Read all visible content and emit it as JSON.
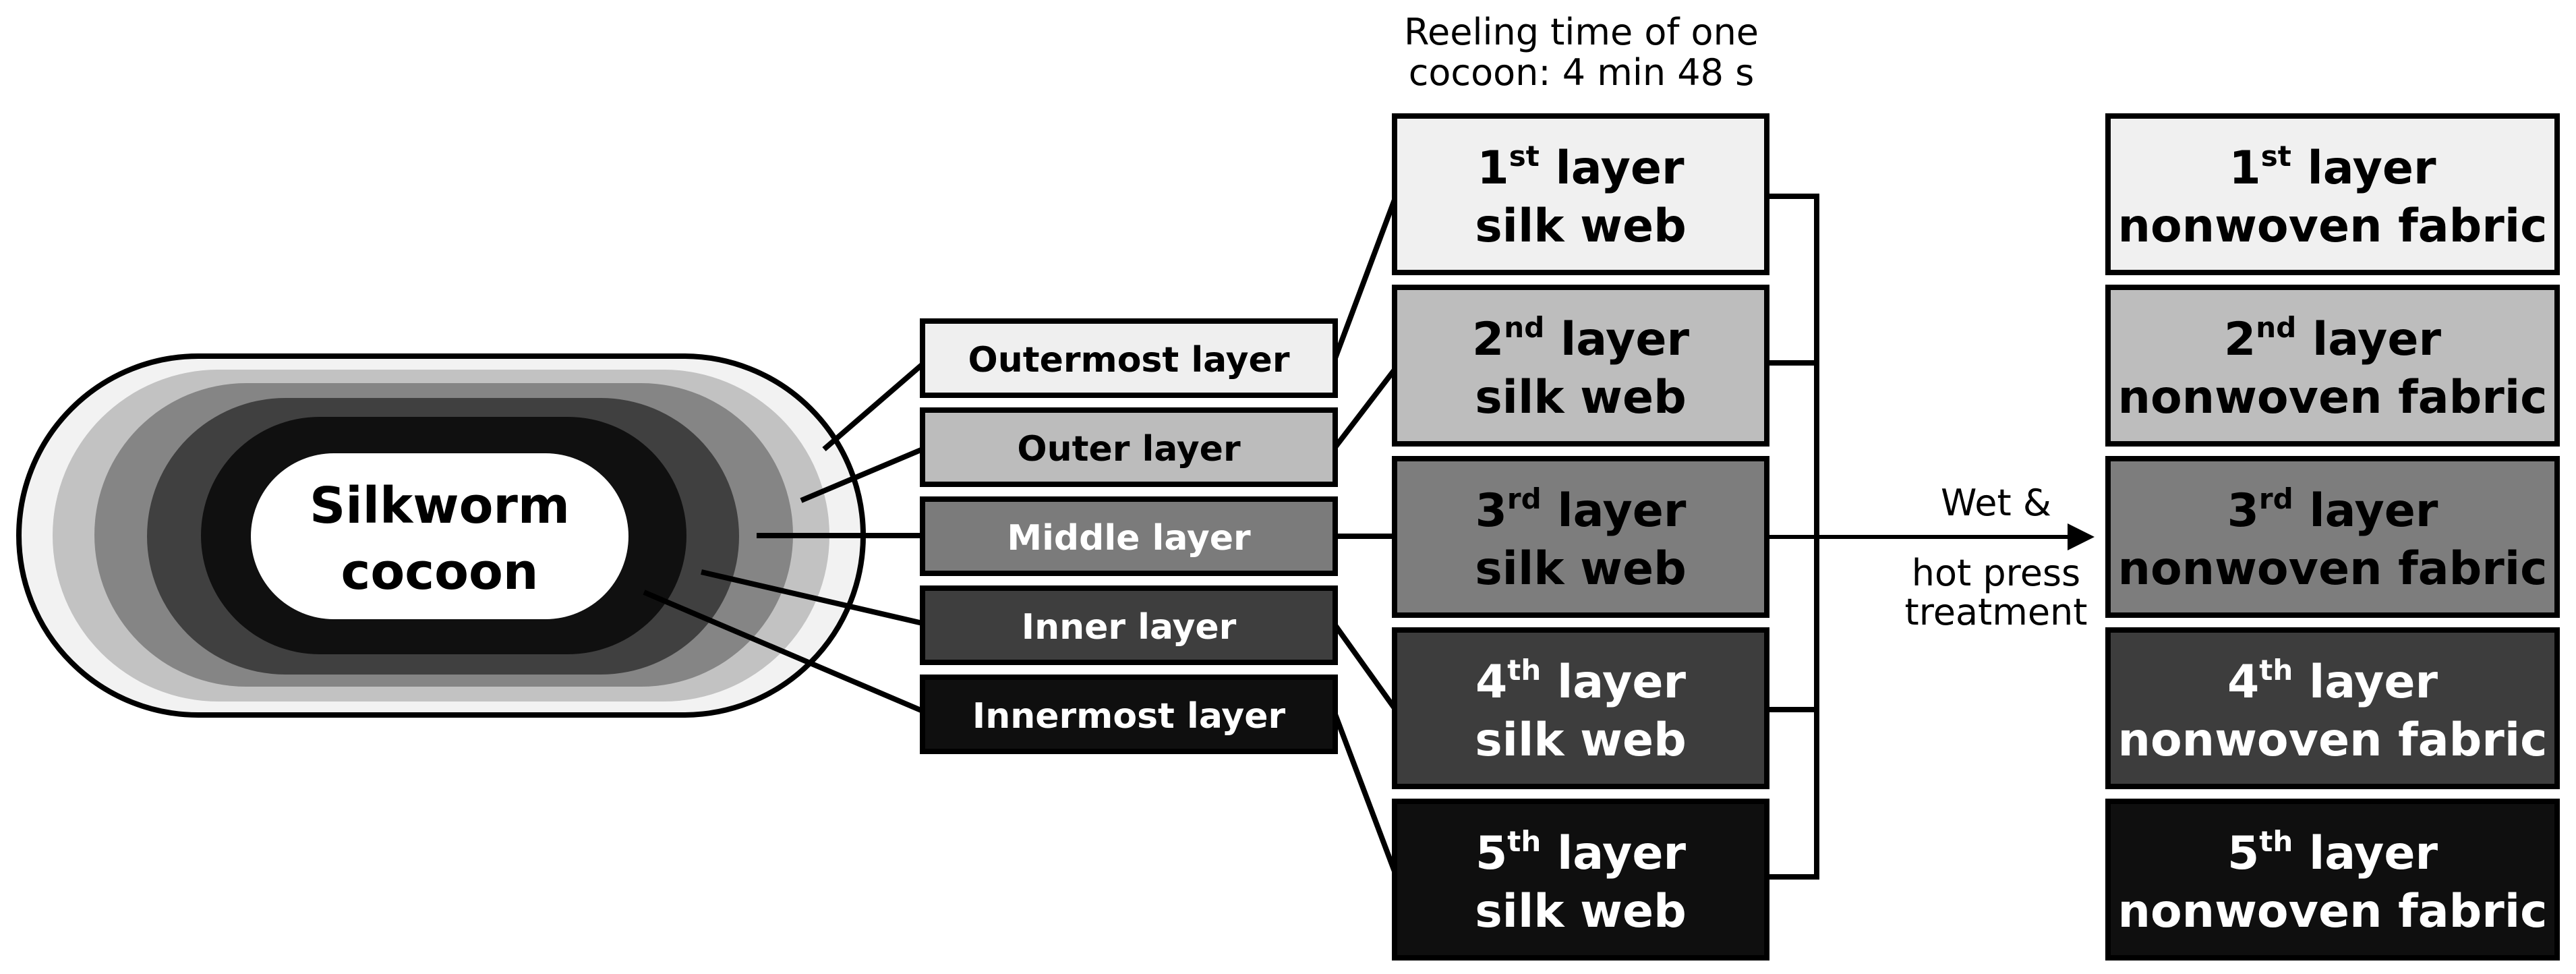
{
  "cocoon": {
    "line1": "Silkworm",
    "line2": "cocoon"
  },
  "layers": [
    {
      "label": "Outermost layer",
      "fill": "#efefef",
      "text_color": "#000000"
    },
    {
      "label": "Outer layer",
      "fill": "#bcbcbc",
      "text_color": "#000000"
    },
    {
      "label": "Middle layer",
      "fill": "#7b7b7b",
      "text_color": "#ffffff"
    },
    {
      "label": "Inner layer",
      "fill": "#3e3e3e",
      "text_color": "#ffffff"
    },
    {
      "label": "Innermost layer",
      "fill": "#0f0f0f",
      "text_color": "#ffffff"
    }
  ],
  "reeling": {
    "line1": "Reeling time of one",
    "line2": "cocoon: 4 min 48 s"
  },
  "silk_webs": [
    {
      "num": "1",
      "sup": "st",
      "word": " layer",
      "line2": "silk web"
    },
    {
      "num": "2",
      "sup": "nd",
      "word": " layer",
      "line2": "silk web"
    },
    {
      "num": "3",
      "sup": "rd",
      "word": " layer",
      "line2": "silk web"
    },
    {
      "num": "4",
      "sup": "th",
      "word": " layer",
      "line2": "silk web"
    },
    {
      "num": "5",
      "sup": "th",
      "word": " layer",
      "line2": "silk web"
    }
  ],
  "process": {
    "line1": "Wet &",
    "line2": "hot press",
    "line3": "treatment"
  },
  "fabrics": [
    {
      "num": "1",
      "sup": "st",
      "word": " layer",
      "line2": "nonwoven fabric"
    },
    {
      "num": "2",
      "sup": "nd",
      "word": " layer",
      "line2": "nonwoven fabric"
    },
    {
      "num": "3",
      "sup": "rd",
      "word": " layer",
      "line2": "nonwoven fabric"
    },
    {
      "num": "4",
      "sup": "th",
      "word": " layer",
      "line2": "nonwoven fabric"
    },
    {
      "num": "5",
      "sup": "th",
      "word": " layer",
      "line2": "nonwoven fabric"
    }
  ]
}
